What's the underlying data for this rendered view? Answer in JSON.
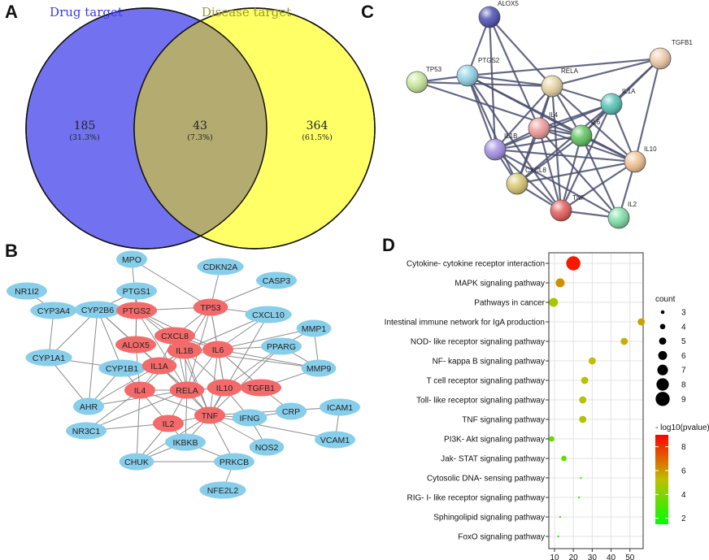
{
  "panels": {
    "A": "A",
    "B": "B",
    "C": "C",
    "D": "D"
  },
  "venn": {
    "left_label": "Drug target",
    "right_label": "Disease target",
    "left_only": "185",
    "left_only_pct": "(31.3%)",
    "overlap": "43",
    "overlap_pct": "(7.3%)",
    "right_only": "364",
    "right_only_pct": "(61.5%)",
    "colors": {
      "left": "#7272f0",
      "right": "#ffff66",
      "overlap": "#b3ab6f"
    }
  },
  "network_b": {
    "colors": {
      "core": "#f46a6a",
      "other": "#87ceeb",
      "edge": "#8c8c8c"
    },
    "nodes": [
      {
        "id": "MPO",
        "label": "MPO",
        "core": false
      },
      {
        "id": "CDKN2A",
        "label": "CDKN2A",
        "core": false
      },
      {
        "id": "NR1I2",
        "label": "NR1I2",
        "core": false
      },
      {
        "id": "PTGS1",
        "label": "PTGS1",
        "core": false
      },
      {
        "id": "CASP3",
        "label": "CASP3",
        "core": false
      },
      {
        "id": "CYP3A4",
        "label": "CYP3A4",
        "core": false
      },
      {
        "id": "CYP2B6",
        "label": "CYP2B6",
        "core": false
      },
      {
        "id": "PTGS2",
        "label": "PTGS2",
        "core": true
      },
      {
        "id": "TP53",
        "label": "TP53",
        "core": true
      },
      {
        "id": "CXCL10",
        "label": "CXCL10",
        "core": false
      },
      {
        "id": "MMP1",
        "label": "MMP1",
        "core": false
      },
      {
        "id": "CXCL8",
        "label": "CXCL8",
        "core": true
      },
      {
        "id": "ALOX5",
        "label": "ALOX5",
        "core": true
      },
      {
        "id": "IL1B",
        "label": "IL1B",
        "core": true
      },
      {
        "id": "IL6",
        "label": "IL6",
        "core": true
      },
      {
        "id": "PPARG",
        "label": "PPARG",
        "core": false
      },
      {
        "id": "CYP1A1",
        "label": "CYP1A1",
        "core": false
      },
      {
        "id": "CYP1B1",
        "label": "CYP1B1",
        "core": false
      },
      {
        "id": "IL1A",
        "label": "IL1A",
        "core": true
      },
      {
        "id": "MMP9",
        "label": "MMP9",
        "core": false
      },
      {
        "id": "IL4",
        "label": "IL4",
        "core": true
      },
      {
        "id": "RELA",
        "label": "RELA",
        "core": true
      },
      {
        "id": "IL10",
        "label": "IL10",
        "core": true
      },
      {
        "id": "TGFB1",
        "label": "TGFB1",
        "core": true
      },
      {
        "id": "AHR",
        "label": "AHR",
        "core": false
      },
      {
        "id": "CRP",
        "label": "CRP",
        "core": false
      },
      {
        "id": "ICAM1",
        "label": "ICAM1",
        "core": false
      },
      {
        "id": "TNF",
        "label": "TNF",
        "core": true
      },
      {
        "id": "IFNG",
        "label": "IFNG",
        "core": false
      },
      {
        "id": "NR3C1",
        "label": "NR3C1",
        "core": false
      },
      {
        "id": "IL2",
        "label": "IL2",
        "core": true
      },
      {
        "id": "VCAM1",
        "label": "VCAM1",
        "core": false
      },
      {
        "id": "IKBKB",
        "label": "IKBKB",
        "core": false
      },
      {
        "id": "NOS2",
        "label": "NOS2",
        "core": false
      },
      {
        "id": "CHUK",
        "label": "CHUK",
        "core": false
      },
      {
        "id": "PRKCB",
        "label": "PRKCB",
        "core": false
      },
      {
        "id": "NFE2L2",
        "label": "NFE2L2",
        "core": false
      }
    ],
    "edges": [
      [
        "NR1I2",
        "CYP3A4"
      ],
      [
        "CYP3A4",
        "CYP2B6"
      ],
      [
        "CYP3A4",
        "CYP1A1"
      ],
      [
        "CYP2B6",
        "CYP1A1"
      ],
      [
        "CYP2B6",
        "PTGS1"
      ],
      [
        "CYP2B6",
        "PTGS2"
      ],
      [
        "CYP2B6",
        "ALOX5"
      ],
      [
        "CYP2B6",
        "CYP1B1"
      ],
      [
        "CYP2B6",
        "AHR"
      ],
      [
        "CYP2B6",
        "RELA"
      ],
      [
        "CYP1A1",
        "CYP1B1"
      ],
      [
        "CYP1A1",
        "AHR"
      ],
      [
        "CYP1B1",
        "AHR"
      ],
      [
        "CYP1B1",
        "IL4"
      ],
      [
        "AHR",
        "RELA"
      ],
      [
        "AHR",
        "IL1B"
      ],
      [
        "MPO",
        "PTGS2"
      ],
      [
        "MPO",
        "TP53"
      ],
      [
        "PTGS1",
        "PTGS2"
      ],
      [
        "PTGS1",
        "ALOX5"
      ],
      [
        "CDKN2A",
        "TP53"
      ],
      [
        "CASP3",
        "TP53"
      ],
      [
        "PTGS2",
        "TP53"
      ],
      [
        "PTGS2",
        "ALOX5"
      ],
      [
        "PTGS2",
        "CXCL8"
      ],
      [
        "PTGS2",
        "IL1B"
      ],
      [
        "PTGS2",
        "IL6"
      ],
      [
        "PTGS2",
        "RELA"
      ],
      [
        "TP53",
        "CXCL8"
      ],
      [
        "TP53",
        "IL6"
      ],
      [
        "TP53",
        "RELA"
      ],
      [
        "TP53",
        "IL10"
      ],
      [
        "TP53",
        "CXCL10"
      ],
      [
        "TP53",
        "IL1B"
      ],
      [
        "CXCL10",
        "IL6"
      ],
      [
        "CXCL10",
        "IL1B"
      ],
      [
        "CXCL10",
        "TNF"
      ],
      [
        "MMP1",
        "PPARG"
      ],
      [
        "MMP1",
        "IL6"
      ],
      [
        "MMP1",
        "MMP9"
      ],
      [
        "PPARG",
        "IL6"
      ],
      [
        "PPARG",
        "TNF"
      ],
      [
        "PPARG",
        "IL10"
      ],
      [
        "PPARG",
        "MMP9"
      ],
      [
        "MMP9",
        "IL1B"
      ],
      [
        "MMP9",
        "TGFB1"
      ],
      [
        "MMP9",
        "IL6"
      ],
      [
        "CXCL8",
        "IL1B"
      ],
      [
        "CXCL8",
        "IL6"
      ],
      [
        "CXCL8",
        "IL1A"
      ],
      [
        "CXCL8",
        "RELA"
      ],
      [
        "CXCL8",
        "TNF"
      ],
      [
        "ALOX5",
        "IL4"
      ],
      [
        "ALOX5",
        "IL1A"
      ],
      [
        "IL1B",
        "IL6"
      ],
      [
        "IL1B",
        "IL1A"
      ],
      [
        "IL1B",
        "RELA"
      ],
      [
        "IL1B",
        "TNF"
      ],
      [
        "IL1B",
        "IL10"
      ],
      [
        "IL1B",
        "IL4"
      ],
      [
        "IL6",
        "RELA"
      ],
      [
        "IL6",
        "IL10"
      ],
      [
        "IL6",
        "TNF"
      ],
      [
        "IL6",
        "TGFB1"
      ],
      [
        "IL1A",
        "RELA"
      ],
      [
        "IL1A",
        "IL4"
      ],
      [
        "IL1A",
        "TNF"
      ],
      [
        "IL4",
        "RELA"
      ],
      [
        "IL4",
        "IL2"
      ],
      [
        "IL4",
        "TNF"
      ],
      [
        "IL4",
        "NR3C1"
      ],
      [
        "IL4",
        "CHUK"
      ],
      [
        "RELA",
        "IL10"
      ],
      [
        "RELA",
        "TNF"
      ],
      [
        "RELA",
        "IL2"
      ],
      [
        "RELA",
        "IKBKB"
      ],
      [
        "IL10",
        "TGFB1"
      ],
      [
        "IL10",
        "TNF"
      ],
      [
        "IL10",
        "IFNG"
      ],
      [
        "TGFB1",
        "CRP"
      ],
      [
        "TGFB1",
        "IL6"
      ],
      [
        "TNF",
        "IL2"
      ],
      [
        "TNF",
        "IFNG"
      ],
      [
        "TNF",
        "NOS2"
      ],
      [
        "TNF",
        "ICAM1"
      ],
      [
        "TNF",
        "VCAM1"
      ],
      [
        "TNF",
        "CHUK"
      ],
      [
        "TNF",
        "PRKCB"
      ],
      [
        "TNF",
        "IKBKB"
      ],
      [
        "IL2",
        "IKBKB"
      ],
      [
        "IL2",
        "NR3C1"
      ],
      [
        "IL2",
        "CHUK"
      ],
      [
        "IFNG",
        "CRP"
      ],
      [
        "IFNG",
        "NOS2"
      ],
      [
        "ICAM1",
        "VCAM1"
      ],
      [
        "IKBKB",
        "CHUK"
      ],
      [
        "IKBKB",
        "PRKCB"
      ],
      [
        "CHUK",
        "PRKCB"
      ],
      [
        "PRKCB",
        "NFE2L2"
      ],
      [
        "NR3C1",
        "RELA"
      ]
    ]
  },
  "network_c": {
    "edge_color": "#4a4f6f",
    "nodes": [
      {
        "id": "ALOX5",
        "label": "ALOX5",
        "color": "#4b4fb0"
      },
      {
        "id": "TGFB1",
        "label": "TGFB1",
        "color": "#f0c9a8"
      },
      {
        "id": "TP53",
        "label": "TP53",
        "color": "#c9e89a"
      },
      {
        "id": "PTGS2",
        "label": "PTGS2",
        "color": "#8fd3e6"
      },
      {
        "id": "RELA",
        "label": "RELA",
        "color": "#e6d3a0"
      },
      {
        "id": "IL1A",
        "label": "IL1A",
        "color": "#53c3b5"
      },
      {
        "id": "IL4",
        "label": "IL4",
        "color": "#f09a9a"
      },
      {
        "id": "IL6",
        "label": "IL6",
        "color": "#5ec45e"
      },
      {
        "id": "IL1B",
        "label": "IL1B",
        "color": "#a48fe6"
      },
      {
        "id": "IL10",
        "label": "IL10",
        "color": "#f0c290"
      },
      {
        "id": "CXCL8",
        "label": "CXCL8",
        "color": "#d8c870"
      },
      {
        "id": "TNF",
        "label": "TNF",
        "color": "#e65a5a"
      },
      {
        "id": "IL2",
        "label": "IL2",
        "color": "#7ee0a8"
      }
    ],
    "edges": [
      [
        "ALOX5",
        "PTGS2"
      ],
      [
        "ALOX5",
        "RELA"
      ],
      [
        "ALOX5",
        "IL4"
      ],
      [
        "ALOX5",
        "IL1B"
      ],
      [
        "TP53",
        "PTGS2"
      ],
      [
        "TP53",
        "IL6"
      ],
      [
        "TP53",
        "RELA"
      ],
      [
        "PTGS2",
        "RELA"
      ],
      [
        "PTGS2",
        "IL1B"
      ],
      [
        "PTGS2",
        "IL6"
      ],
      [
        "PTGS2",
        "CXCL8"
      ],
      [
        "PTGS2",
        "TNF"
      ],
      [
        "PTGS2",
        "IL10"
      ],
      [
        "PTGS2",
        "TGFB1"
      ],
      [
        "TGFB1",
        "RELA"
      ],
      [
        "TGFB1",
        "IL1A"
      ],
      [
        "TGFB1",
        "IL10"
      ],
      [
        "TGFB1",
        "IL6"
      ],
      [
        "RELA",
        "IL1A"
      ],
      [
        "RELA",
        "IL4"
      ],
      [
        "RELA",
        "IL6"
      ],
      [
        "RELA",
        "IL1B"
      ],
      [
        "RELA",
        "CXCL8"
      ],
      [
        "RELA",
        "TNF"
      ],
      [
        "RELA",
        "IL10"
      ],
      [
        "IL1A",
        "IL4"
      ],
      [
        "IL1A",
        "IL6"
      ],
      [
        "IL1A",
        "IL1B"
      ],
      [
        "IL1A",
        "IL10"
      ],
      [
        "IL1A",
        "TNF"
      ],
      [
        "IL1A",
        "CXCL8"
      ],
      [
        "IL4",
        "IL6"
      ],
      [
        "IL4",
        "IL1B"
      ],
      [
        "IL4",
        "CXCL8"
      ],
      [
        "IL4",
        "TNF"
      ],
      [
        "IL4",
        "IL10"
      ],
      [
        "IL4",
        "IL2"
      ],
      [
        "IL6",
        "IL1B"
      ],
      [
        "IL6",
        "CXCL8"
      ],
      [
        "IL6",
        "TNF"
      ],
      [
        "IL6",
        "IL10"
      ],
      [
        "IL6",
        "IL2"
      ],
      [
        "IL1B",
        "CXCL8"
      ],
      [
        "IL1B",
        "TNF"
      ],
      [
        "IL1B",
        "IL10"
      ],
      [
        "IL1B",
        "IL2"
      ],
      [
        "CXCL8",
        "TNF"
      ],
      [
        "CXCL8",
        "IL10"
      ],
      [
        "TNF",
        "IL10"
      ],
      [
        "TNF",
        "IL2"
      ],
      [
        "IL10",
        "IL2"
      ]
    ]
  },
  "chart_data": {
    "type": "scatter",
    "title": "",
    "xlabel": "",
    "ylabel": "",
    "xlim": [
      7,
      57
    ],
    "xticks": [
      10,
      20,
      30,
      40,
      50
    ],
    "grid": true,
    "categories": [
      "Cytokine- cytokine receptor interaction",
      "MAPK signaling pathway",
      "Pathways in cancer",
      "Intestinal immune network for IgA production",
      "NOD- like receptor signaling pathway",
      "NF- kappa B signaling pathway",
      "T cell receptor signaling pathway",
      "Toll- like receptor signaling pathway",
      "TNF signaling pathway",
      "PI3K- Akt signaling pathway",
      "Jak- STAT signaling pathway",
      "Cytosolic DNA- sensing pathway",
      "RIG- I- like receptor signaling pathway",
      "Sphingolipid signaling pathway",
      "FoxO signaling pathway"
    ],
    "x": [
      20,
      13,
      9.5,
      56,
      47,
      30,
      26,
      25,
      25,
      8.5,
      15,
      24,
      23,
      13,
      12
    ],
    "count": [
      9,
      6,
      6,
      5,
      5,
      5,
      5,
      5,
      5,
      4,
      4,
      2,
      2,
      2,
      2
    ],
    "neg_log10_pvalue": [
      8.5,
      6.2,
      4.8,
      5.8,
      5.5,
      5.2,
      5.0,
      5.0,
      5.0,
      3.5,
      3.5,
      2.2,
      2.3,
      2.2,
      2.2
    ],
    "legend": {
      "count_title": "count",
      "count_values": [
        3,
        4,
        5,
        6,
        7,
        8,
        9
      ],
      "color_title": "- log10(pvalue)",
      "color_ticks": [
        8,
        6,
        4,
        2
      ],
      "color_range": [
        1.5,
        9
      ],
      "color_low": "#00ff00",
      "color_high": "#ff0000"
    }
  }
}
